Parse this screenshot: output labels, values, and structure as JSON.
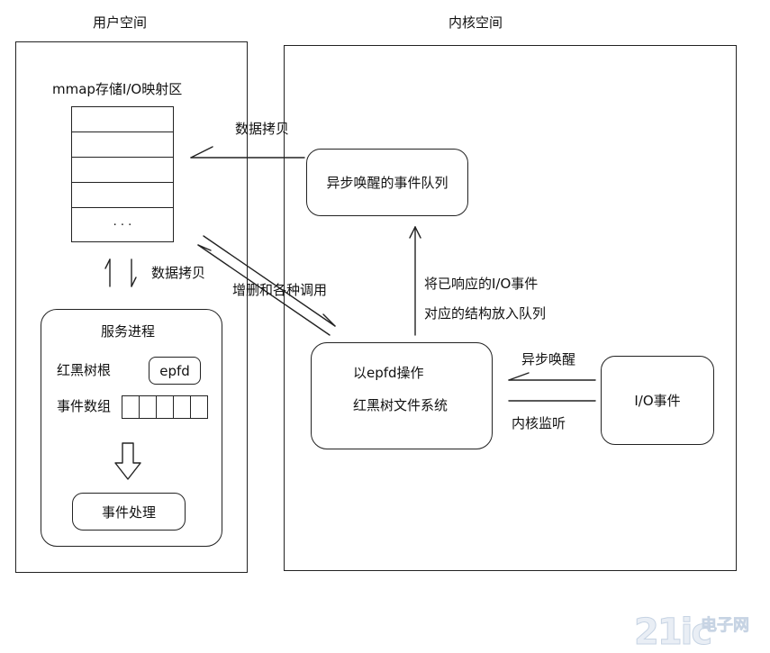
{
  "user_space": {
    "title": "用户空间",
    "mmap_title": "mmap存储I/O映射区",
    "mmap_ellipsis": "· · ·",
    "copy_label": "数据拷贝",
    "service": {
      "title": "服务进程",
      "rbtree_root_label": "红黑树根",
      "epfd_label": "epfd",
      "event_array_label": "事件数组",
      "event_handle_label": "事件处理"
    }
  },
  "kernel_space": {
    "title": "内核空间",
    "async_queue_label": "异步唤醒的事件队列",
    "epfd_op_line1": "以epfd操作",
    "epfd_op_line2": "红黑树文件系统",
    "io_event_label": "I/O事件",
    "queue_note_line1": "将已响应的I/O事件",
    "queue_note_line2": "对应的结构放入队列",
    "async_wake_label": "异步唤醒",
    "kernel_monitor_label": "内核监听"
  },
  "arrows": {
    "top_copy_label": "数据拷贝",
    "crud_label": "增删和各种调用"
  },
  "watermark": {
    "logo_text": "21ic",
    "site_text": "电子网"
  }
}
